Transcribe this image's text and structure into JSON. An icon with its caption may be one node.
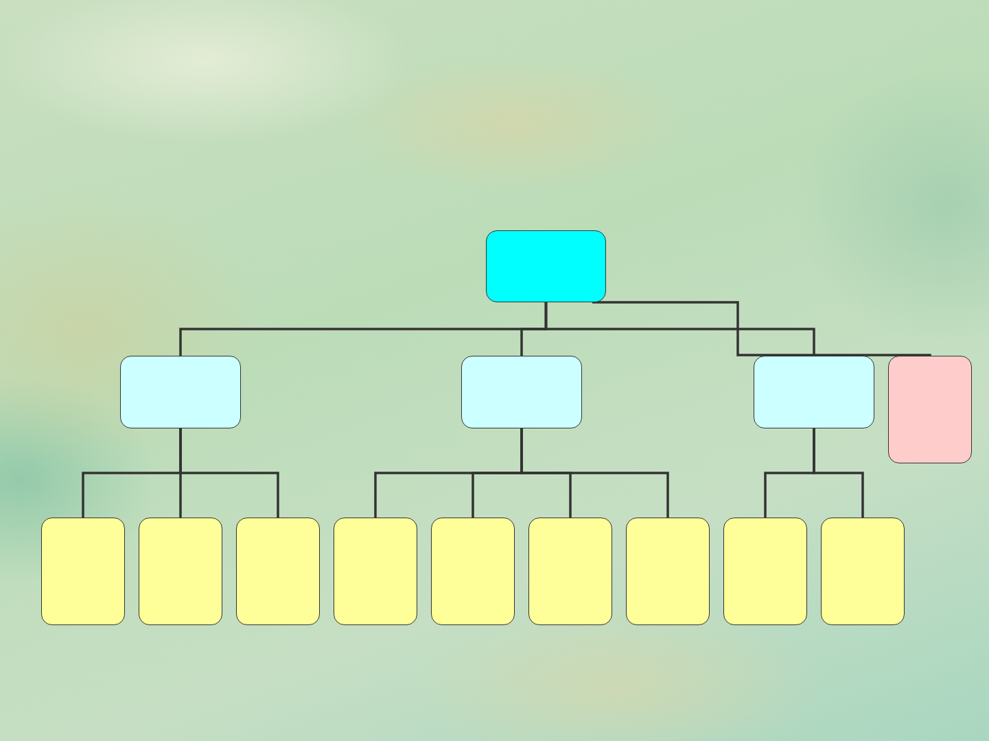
{
  "diagram": {
    "nodes": [
      {
        "text": [],
        "shape": "box"
      },
      {
        "text": [],
        "shape": "box"
      },
      {
        "text": [],
        "shape": "box"
      },
      {
        "text": [],
        "shape": "box"
      },
      {
        "text": [],
        "shape": "box"
      },
      {
        "text": [],
        "shape": "box"
      },
      {
        "text": [],
        "shape": "box"
      },
      {
        "text": [],
        "shape": "box"
      },
      {
        "text": [],
        "shape": "box"
      },
      {
        "text": [],
        "shape": "box"
      },
      {
        "text": [],
        "shape": "box"
      },
      {
        "text": [],
        "shape": "box"
      },
      {
        "text": [],
        "shape": "box"
      },
      {
        "text": [],
        "shape": "box"
      }
    ],
    "edges": [
      {
        "from": 0,
        "to": 1,
        "arrow": "none"
      },
      {
        "from": 0,
        "to": 2,
        "arrow": "none"
      },
      {
        "from": 0,
        "to": 3,
        "arrow": "none"
      },
      {
        "from": 0,
        "to": 4,
        "arrow": "none"
      },
      {
        "from": 1,
        "to": 5,
        "arrow": "none"
      },
      {
        "from": 1,
        "to": 6,
        "arrow": "none"
      },
      {
        "from": 1,
        "to": 7,
        "arrow": "none"
      },
      {
        "from": 2,
        "to": 8,
        "arrow": "none"
      },
      {
        "from": 2,
        "to": 9,
        "arrow": "none"
      },
      {
        "from": 2,
        "to": 10,
        "arrow": "none"
      },
      {
        "from": 2,
        "to": 11,
        "arrow": "none"
      },
      {
        "from": 3,
        "to": 12,
        "arrow": "none"
      },
      {
        "from": 3,
        "to": 13,
        "arrow": "none"
      }
    ]
  }
}
